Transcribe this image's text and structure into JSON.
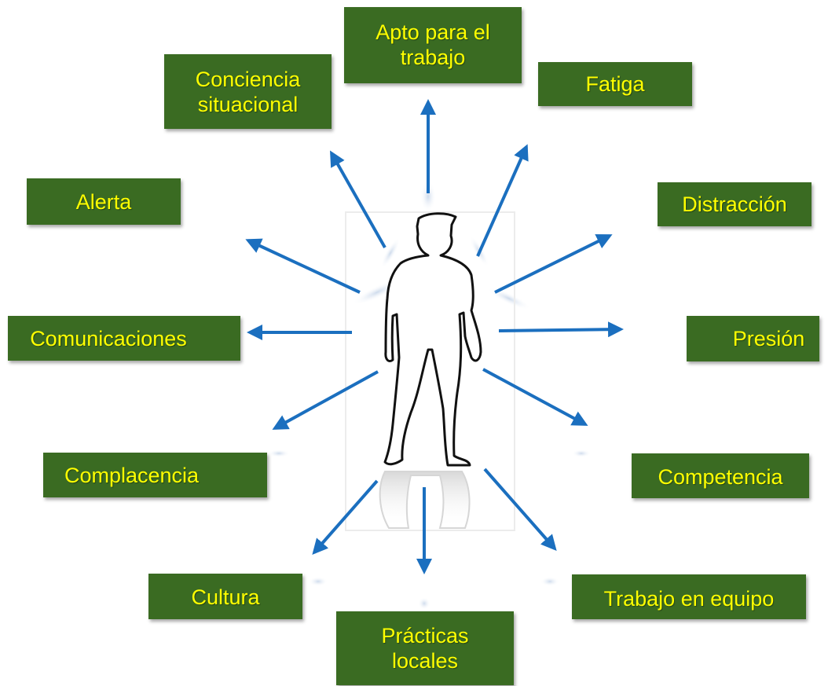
{
  "factors": {
    "apto": "Apto para el trabajo",
    "conciencia": "Conciencia situacional",
    "fatiga": "Fatiga",
    "alerta": "Alerta",
    "distraccion": "Distracción",
    "comunicaciones": "Comunicaciones",
    "presion": "Presión",
    "complacencia": "Complacencia",
    "competencia": "Competencia",
    "cultura": "Cultura",
    "trabajo_equipo": "Trabajo en equipo",
    "practicas": "Prácticas locales"
  },
  "colors": {
    "box_fill": "#3a6b22",
    "box_text": "#ffff00",
    "arrow": "#1b6fbf"
  }
}
